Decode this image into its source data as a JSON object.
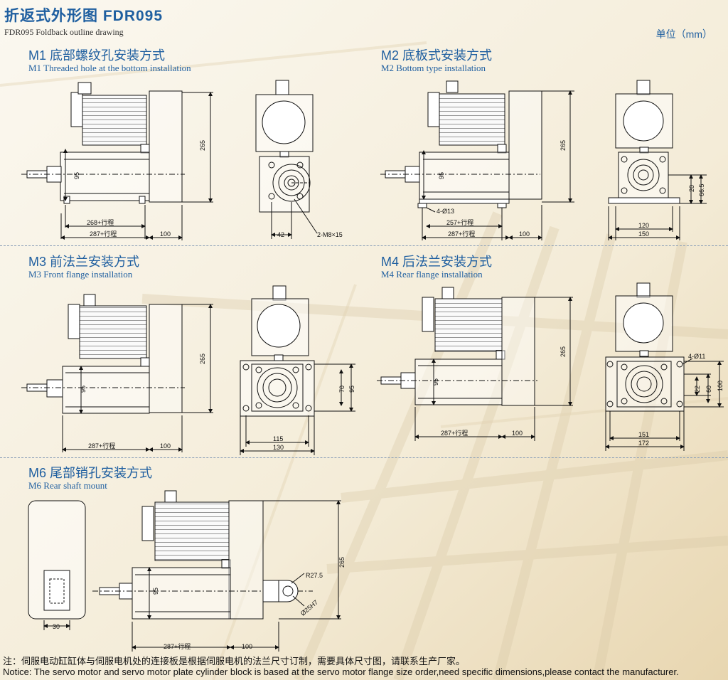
{
  "header": {
    "title": "折返式外形图  FDR095",
    "subtitle": "FDR095 Foldback outline drawing",
    "unit": "单位（mm）"
  },
  "sections": {
    "m1": {
      "cn": "M1 底部螺纹孔安装方式",
      "en": "M1 Threaded hole at the bottom installation"
    },
    "m2": {
      "cn": "M2 底板式安装方式",
      "en": "M2 Bottom type installation"
    },
    "m3": {
      "cn": "M3 前法兰安装方式",
      "en": "M3 Front flange installation"
    },
    "m4": {
      "cn": "M4 后法兰安装方式",
      "en": "M4 Rear flange installation"
    },
    "m6": {
      "cn": "M6 尾部销孔安装方式",
      "en": "M6 Rear shaft mount"
    }
  },
  "dims": {
    "h265": "265",
    "d95": "95",
    "d268": "268+行程",
    "d287": "287+行程",
    "d257": "257+行程",
    "d100": "100",
    "d42": "42",
    "m8": "2-M8×15",
    "phi13": "4-Ø13",
    "d20": "20",
    "d665": "66.5",
    "d120": "120",
    "d150": "150",
    "d70": "70",
    "d115": "115",
    "d130": "130",
    "phi11": "4-Ø11",
    "d22": "22",
    "d60": "60",
    "d151": "151",
    "d172": "172",
    "r275": "R27.5",
    "phi25": "Ø25H7",
    "d30": "30"
  },
  "notes": {
    "cn": "注：伺服电动缸缸体与伺服电机处的连接板是根据伺服电机的法兰尺寸订制，需要具体尺寸图，请联系生产厂家。",
    "en": "Notice: The servo motor and servo motor plate cylinder block is based at the servo motor flange size order,need specific dimensions,please contact the manufacturer."
  }
}
